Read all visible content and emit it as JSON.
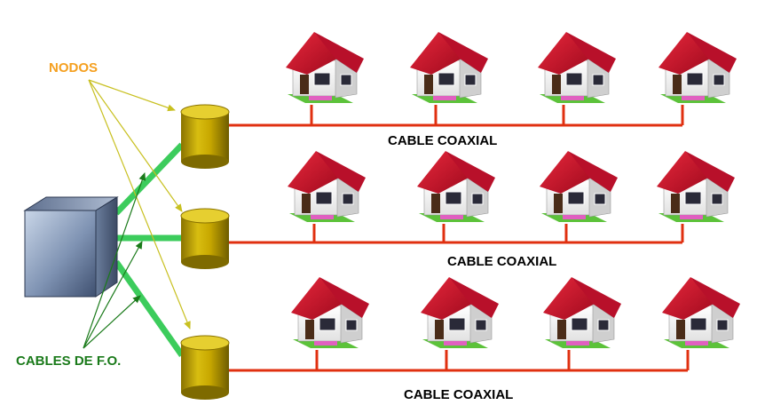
{
  "labels": {
    "nodos": "NODOS",
    "cables_fo": "CABLES DE F.O.",
    "coax_1": "CABLE COAXIAL",
    "coax_2": "CABLE COAXIAL",
    "coax_3": "CABLE COAXIAL"
  },
  "colors": {
    "nodos_label": "#f5a020",
    "fo_label": "#1a7a1a",
    "fiber": "#3ccc5c",
    "coax": "#e03010",
    "node_body": "#c8a800",
    "headend": "#8fa3c0",
    "roof": "#c8102e",
    "house_wall": "#f4f4f4",
    "grass": "#5cc23a",
    "nodos_arrows": "#c8c020",
    "fo_arrows": "#1a7a1a"
  },
  "icons": {
    "headend": "headend-cube-icon",
    "node": "node-cylinder-icon",
    "house": "house-icon"
  },
  "rows": [
    {
      "houses": 4
    },
    {
      "houses": 4
    },
    {
      "houses": 4
    }
  ]
}
